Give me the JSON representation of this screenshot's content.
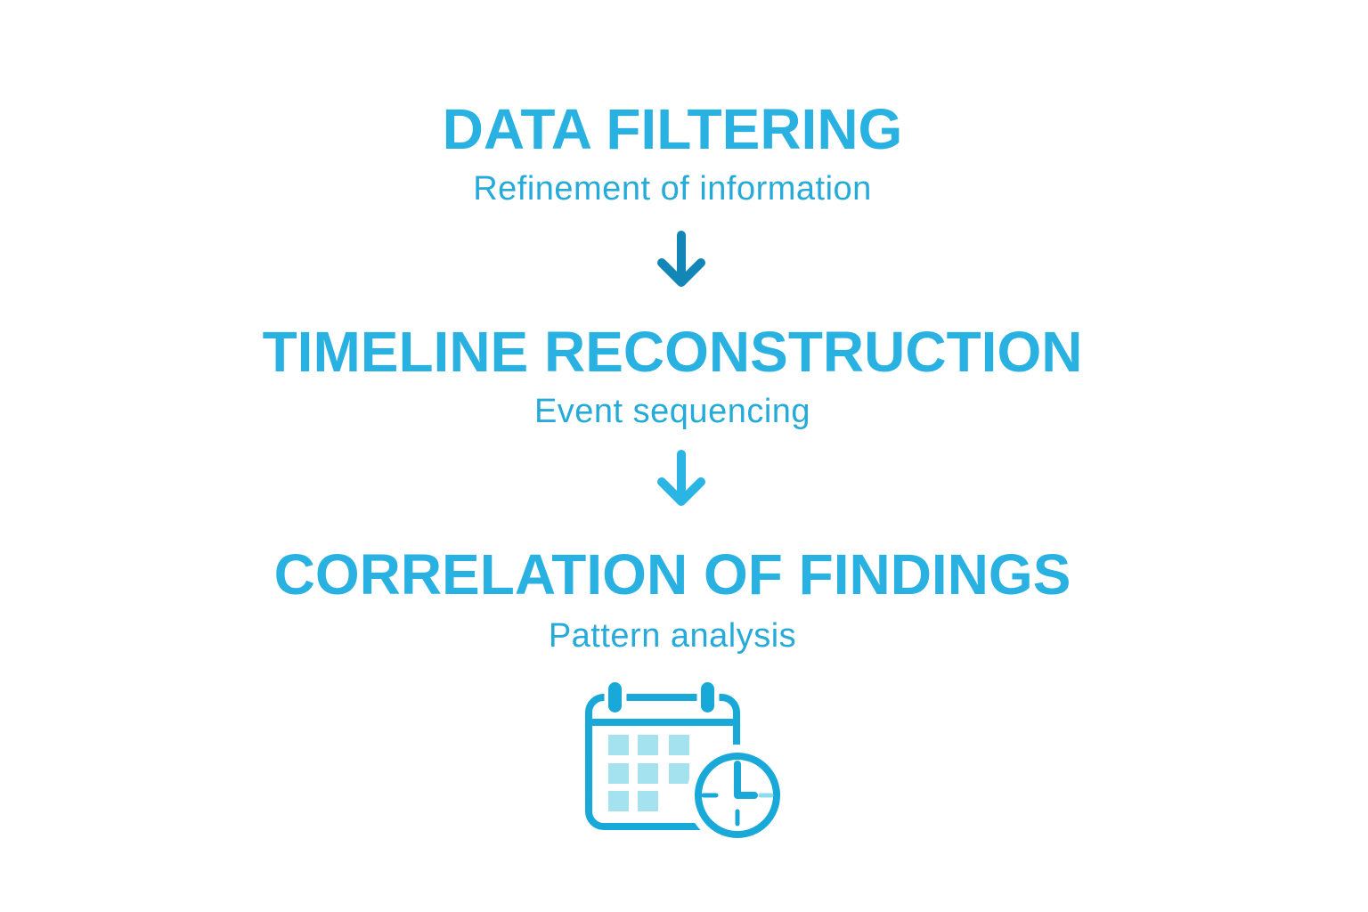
{
  "diagram": {
    "steps": [
      {
        "title": "DATA FILTERING",
        "subtitle": "Refinement of information"
      },
      {
        "title": "TIMELINE RECONSTRUCTION",
        "subtitle": "Event sequencing"
      },
      {
        "title": "CORRELATION OF FINDINGS",
        "subtitle": "Pattern analysis"
      }
    ]
  },
  "icons": {
    "arrow_down": "down-arrow",
    "calendar_clock": "calendar-with-clock"
  },
  "colors": {
    "title": "#29b1e1",
    "subtitle": "#26aad9",
    "arrow_1": "#1186b7",
    "arrow_2": "#2bb5e4",
    "icon": "#18a9d9",
    "icon_light": "#a5e2ef",
    "icon_tick_light": "#8edcee",
    "background": "#ffffff"
  }
}
